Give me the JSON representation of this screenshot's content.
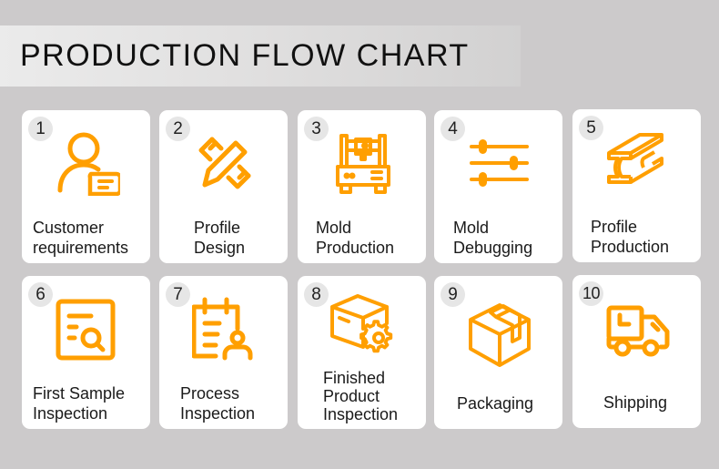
{
  "header": {
    "title": "PRODUCTION FLOW CHART"
  },
  "colors": {
    "background": "#cccacb",
    "accent": "#ff9f00",
    "card": "#ffffff",
    "badge": "#e6e6e6"
  },
  "steps": [
    {
      "number": "1",
      "icon": "customer-chat-icon",
      "lines": [
        "Customer",
        "requirements"
      ]
    },
    {
      "number": "2",
      "icon": "pencil-ruler-icon",
      "lines": [
        "Profile",
        "Design"
      ]
    },
    {
      "number": "3",
      "icon": "machine-icon",
      "lines": [
        "Mold",
        "Production"
      ]
    },
    {
      "number": "4",
      "icon": "sliders-icon",
      "lines": [
        "Mold",
        "Debugging"
      ]
    },
    {
      "number": "5",
      "icon": "steel-beam-icon",
      "lines": [
        "Profile",
        "Production"
      ]
    },
    {
      "number": "6",
      "icon": "document-search-icon",
      "lines": [
        "First Sample",
        "Inspection"
      ]
    },
    {
      "number": "7",
      "icon": "clipboard-person-icon",
      "lines": [
        "Process",
        "Inspection"
      ]
    },
    {
      "number": "8",
      "icon": "box-gear-icon",
      "lines": [
        "Finished",
        "Product",
        "Inspection"
      ]
    },
    {
      "number": "9",
      "icon": "package-icon",
      "lines": [
        "Packaging"
      ]
    },
    {
      "number": "10",
      "icon": "delivery-truck-icon",
      "lines": [
        "Shipping"
      ]
    }
  ]
}
